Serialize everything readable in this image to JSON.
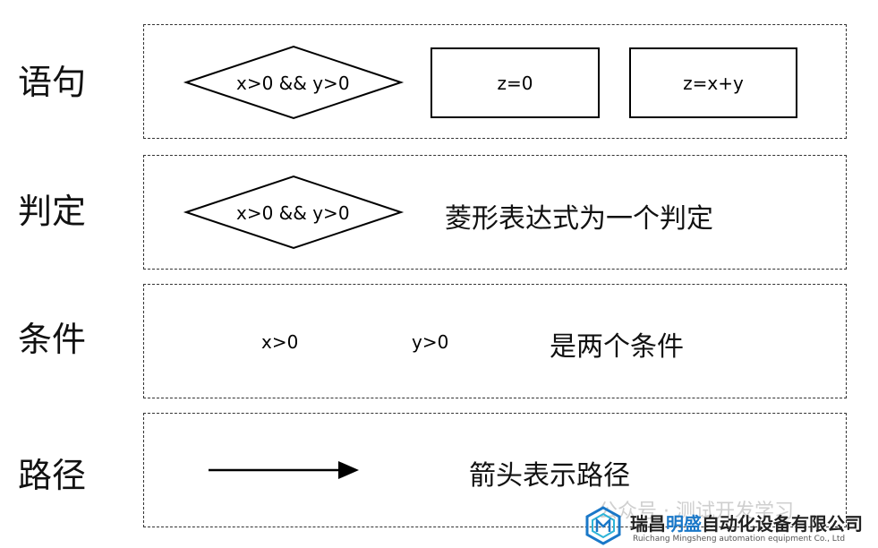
{
  "rows": [
    {
      "label": "语句"
    },
    {
      "label": "判定"
    },
    {
      "label": "条件"
    },
    {
      "label": "路径"
    }
  ],
  "statement": {
    "diamond_text": "x>0 && y>0",
    "box1": "z=0",
    "box2": "z=x+y"
  },
  "decision": {
    "diamond_text": "x>0 && y>0",
    "caption": "菱形表达式为一个判定"
  },
  "condition": {
    "cond1": "x>0",
    "cond2": "y>0",
    "caption": "是两个条件"
  },
  "path": {
    "caption": "箭头表示路径"
  },
  "watermark": {
    "faint": "公众号 · 测试开发学习",
    "company_prefix": "瑞昌",
    "company_highlight": "明盛",
    "company_suffix": "自动化设备有限公司",
    "company_en": "Ruichang Mingsheng automation equipment Co., Ltd",
    "accent_color": "#1a78c8"
  }
}
